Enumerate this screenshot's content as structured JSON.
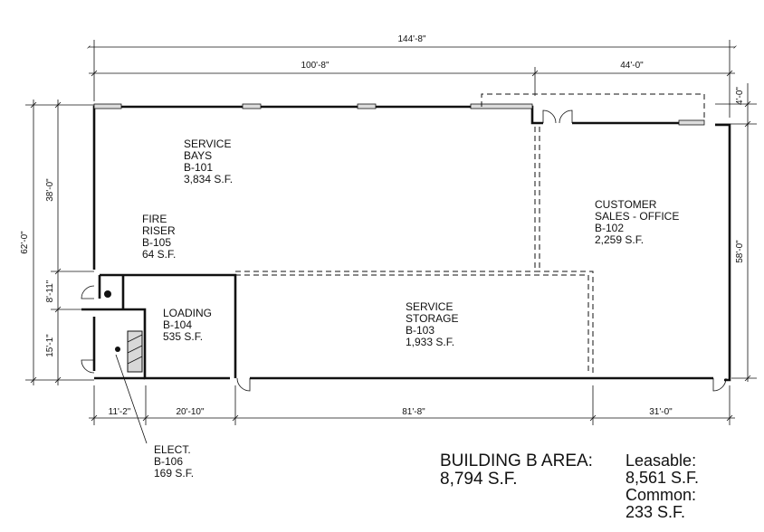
{
  "dimensions": {
    "overall_width": "144'-8\"",
    "left_segment": "100'-8\"",
    "right_segment": "44'-0\"",
    "right_offset": "4'-0\"",
    "left_upper_height": "38'-0\"",
    "left_overall_height": "62'-0\"",
    "left_mid_height": "8'-11\"",
    "left_lower_height": "15'-1\"",
    "right_height": "58'-0\"",
    "bottom_1": "11'-2\"",
    "bottom_2": "20'-10\"",
    "bottom_3": "81'-8\"",
    "bottom_4": "31'-0\""
  },
  "rooms": {
    "service_bays": [
      "SERVICE",
      "BAYS",
      "B-101",
      "3,834 S.F."
    ],
    "customer_office": [
      "CUSTOMER",
      "SALES - OFFICE",
      "B-102",
      "2,259 S.F."
    ],
    "fire_riser": [
      "FIRE",
      "RISER",
      "B-105",
      "64 S.F."
    ],
    "loading": [
      "LOADING",
      "B-104",
      "535 S.F."
    ],
    "service_storage": [
      "SERVICE",
      "STORAGE",
      "B-103",
      "1,933 S.F."
    ],
    "elect": [
      "ELECT.",
      "B-106",
      "169 S.F."
    ]
  },
  "summary": {
    "area_label": "BUILDING B AREA:",
    "area_value": "8,794 S.F.",
    "leasable_label": "Leasable:",
    "leasable_value": "8,561 S.F.",
    "common_label": "Common:",
    "common_value": "233 S.F."
  }
}
